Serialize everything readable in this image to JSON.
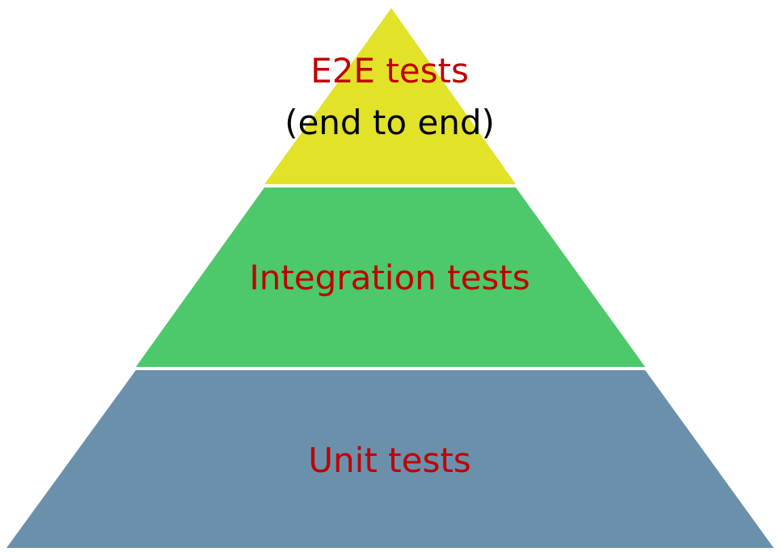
{
  "pyramid": {
    "layers": [
      {
        "label": "E2E tests",
        "sublabel": "(end to end)",
        "fill": "#E2E229",
        "label_color": "#C00000",
        "sublabel_color": "#000000"
      },
      {
        "label": "Integration tests",
        "fill": "#4DC86A",
        "label_color": "#C00000"
      },
      {
        "label": "Unit tests",
        "fill": "#6B90AB",
        "label_color": "#C00000"
      }
    ],
    "separator_color": "#FFFFFF"
  }
}
